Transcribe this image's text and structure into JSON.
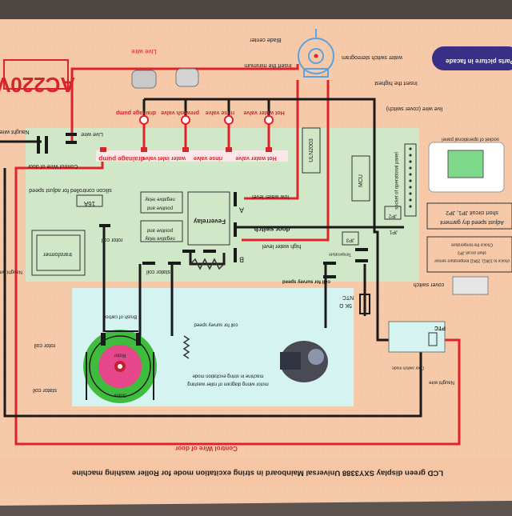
{
  "title": "LCD green display SXY3388 Universal Mainboard in string excitation mode for Roller washing machine",
  "voltage": "AC220V",
  "wires": {
    "live_wire_top": "Live wire",
    "live_wire_board": "Live wire",
    "naught_wire_left": "Naught wire",
    "naught_wire_vertical": "Naught wire",
    "naught_wire_right": "Naught wire",
    "control_wire_board": "Control Wire of door",
    "control_wire_bottom": "Control Wire of door",
    "live_wire_cover": "live wire (cover switch)"
  },
  "valves": {
    "drainage_pump_top": "drainage pump",
    "prewash_top": "prewash valve",
    "rinse_top": "rinse valve",
    "hot_water_top": "Hot water valve",
    "drainage_pump_board": "drainage pump",
    "water_inlet_board": "water inlet valve",
    "rinse_board": "rinse valve",
    "hot_water_board": "Hot water valve"
  },
  "stereogram": {
    "blade_center": "Blade center",
    "insert_minimum": "Insert the minimum",
    "insert_highest": "Insert the highest",
    "stereogram_label": "water switch stereogram"
  },
  "badge": "Parts picture in facade",
  "board": {
    "uln": "ULN2003",
    "mcu": "MCU",
    "socket_panel": "socket of operational panel",
    "silicon_label": "silicon controlled for adjust speed",
    "relay_16a": "16A",
    "neg_relay_1": "negative relay",
    "pos_neg_1": "positive and",
    "pos_neg_2": "positive and",
    "neg_relay_2": "negative relay",
    "feverrelay": "Feverrelay",
    "rotor_coil_board": "rotor coil",
    "transformer": "transformer",
    "stator_coil_board": "stator coil",
    "low_water_level": "low water level",
    "door_switch": "door switch",
    "high_water_level": "high water level",
    "terminal_a": "A",
    "terminal_b": "B",
    "temperature": "Temperature",
    "coil_survey": "coil for survey speed",
    "jp1": "JP1",
    "jp2": "JP2",
    "jp3": "JP3"
  },
  "ntc": {
    "label": "NTC",
    "value": "5K Ω"
  },
  "right_notes": {
    "panel_title": "socket of operational panel",
    "short_circuit": "short circuit JP1, JP2",
    "adjust_speed": "Adjust speed dry garment",
    "temp_sensor_1": "Choice the temperature",
    "temp_sensor_2": "short circuit JP3",
    "temp_sensor_3": "choice to 10KΩ, 20KΩ temperature sensor"
  },
  "cover_switch": "cover switch",
  "ptc": {
    "label": "PTC",
    "door_switch_mode": "Door switch mode"
  },
  "motor": {
    "rotor_coil": "rotor coil",
    "stator_coil": "stator coil",
    "brush": "Brush of carbon",
    "rotor": "Rotor",
    "stator": "Stator",
    "survey_speed": "coil for survey speed",
    "caption_1": "motor wiring diagram of roller washing",
    "caption_2": "machine in string excitation mode"
  }
}
